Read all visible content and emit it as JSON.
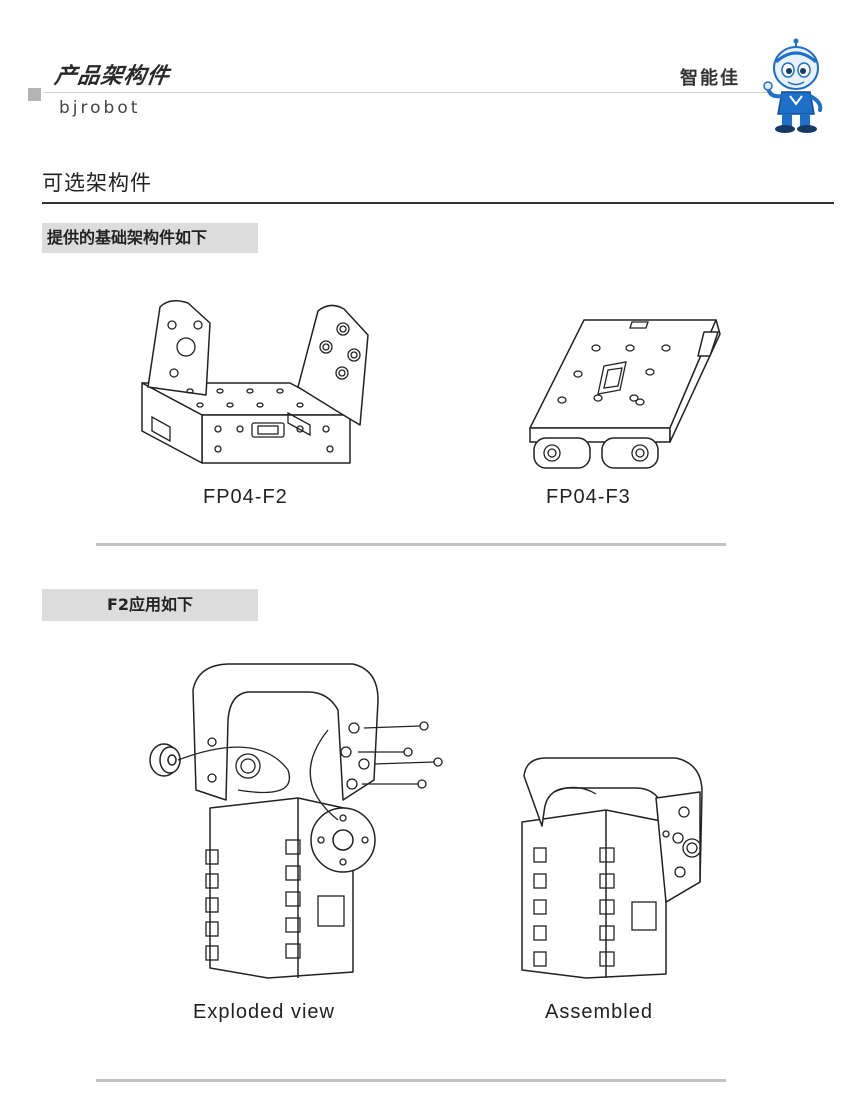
{
  "header": {
    "title": "产品架构件",
    "subtitle": "bjrobot",
    "brand": "智能佳"
  },
  "section": {
    "title": "可选架构件",
    "box1_label": "提供的基础架构件如下",
    "box2_label": "F2应用如下"
  },
  "parts": [
    {
      "caption": "FP04-F2"
    },
    {
      "caption": "FP04-F3"
    }
  ],
  "views": [
    {
      "caption": "Exploded view"
    },
    {
      "caption": "Assembled"
    }
  ],
  "colors": {
    "rule": "#333333",
    "box_bg": "#dcdcdc",
    "separator": "#c2c2c2",
    "mascot_blue": "#1e6fc9"
  }
}
